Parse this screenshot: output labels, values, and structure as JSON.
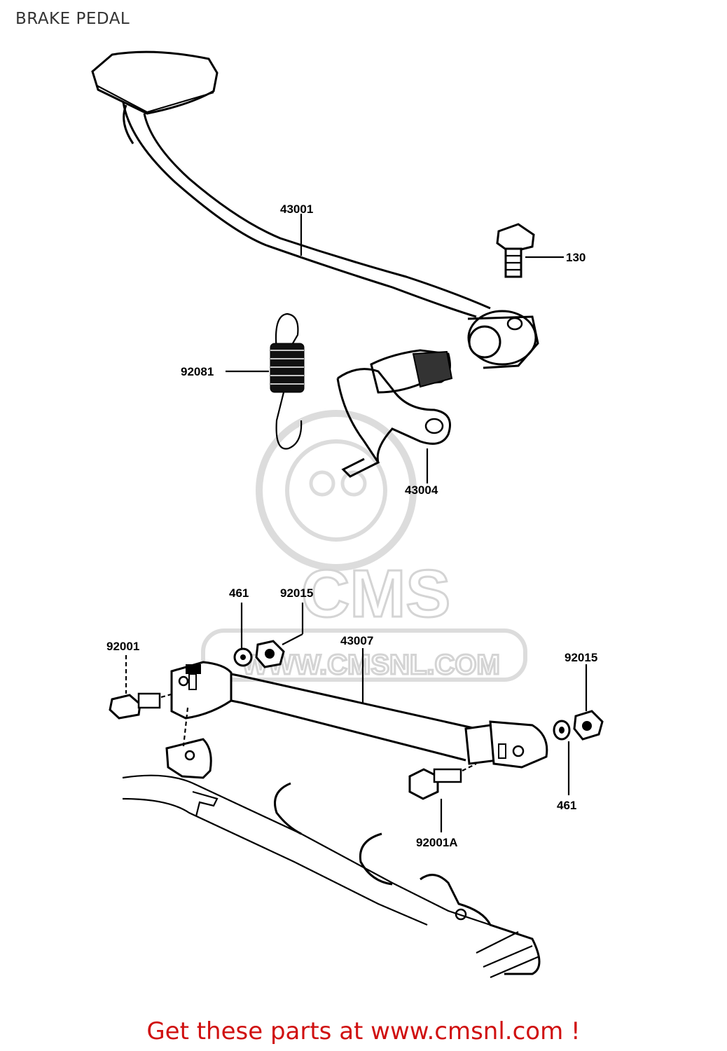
{
  "header": {
    "title": "BRAKE PEDAL"
  },
  "watermark": {
    "brand": "CMS",
    "url": "WWW.CMSNL.COM"
  },
  "labels": {
    "brake_pedal": "43001",
    "bolt_top": "130",
    "spring": "92081",
    "lever": "43004",
    "washer_left": "461",
    "nut_left": "92015",
    "bolt_left": "92001",
    "rod": "43007",
    "nut_right": "92015",
    "washer_right": "461",
    "bolt_right": "92001A"
  },
  "footer": {
    "cta": "Get these parts at www.cmsnl.com !"
  },
  "colors": {
    "footer_text": "#d01010",
    "line": "#000000",
    "watermark": "#d4d4d4"
  }
}
